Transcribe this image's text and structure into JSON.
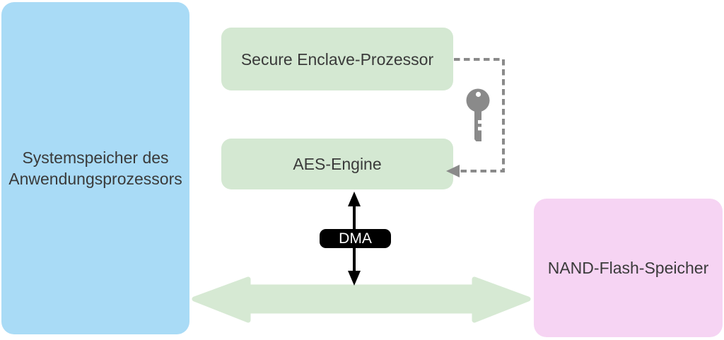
{
  "diagram": {
    "title": "Secure Enclave / AES engine data flow diagram",
    "system_memory": {
      "label": "Systemspeicher des\nAnwendungsprozessors"
    },
    "secure_enclave": {
      "label": "Secure Enclave-Prozessor"
    },
    "aes_engine": {
      "label": "AES-Engine"
    },
    "nand_flash": {
      "label": "NAND-Flash-Speicher"
    },
    "dma": {
      "label": "DMA"
    },
    "icons": {
      "key": "key-icon",
      "dashed_key_connector": "dashed-arrow-connector",
      "dma_double_arrow": "vertical-double-arrow",
      "memory_bus": "horizontal-double-arrow"
    }
  },
  "colors": {
    "background": "#ffffff",
    "text_dark": "#3a3a3a",
    "system_memory_fill": "#a9dbf6",
    "secure_enclave_fill": "#d4e8d2",
    "nand_flash_fill": "#f6d4f3",
    "bus_arrow_fill": "#d6e9d3",
    "connector_gray": "#8a8a8a",
    "dma_badge_fill": "#000000",
    "dma_text": "#ffffff",
    "dma_arrow_black": "#000000"
  }
}
